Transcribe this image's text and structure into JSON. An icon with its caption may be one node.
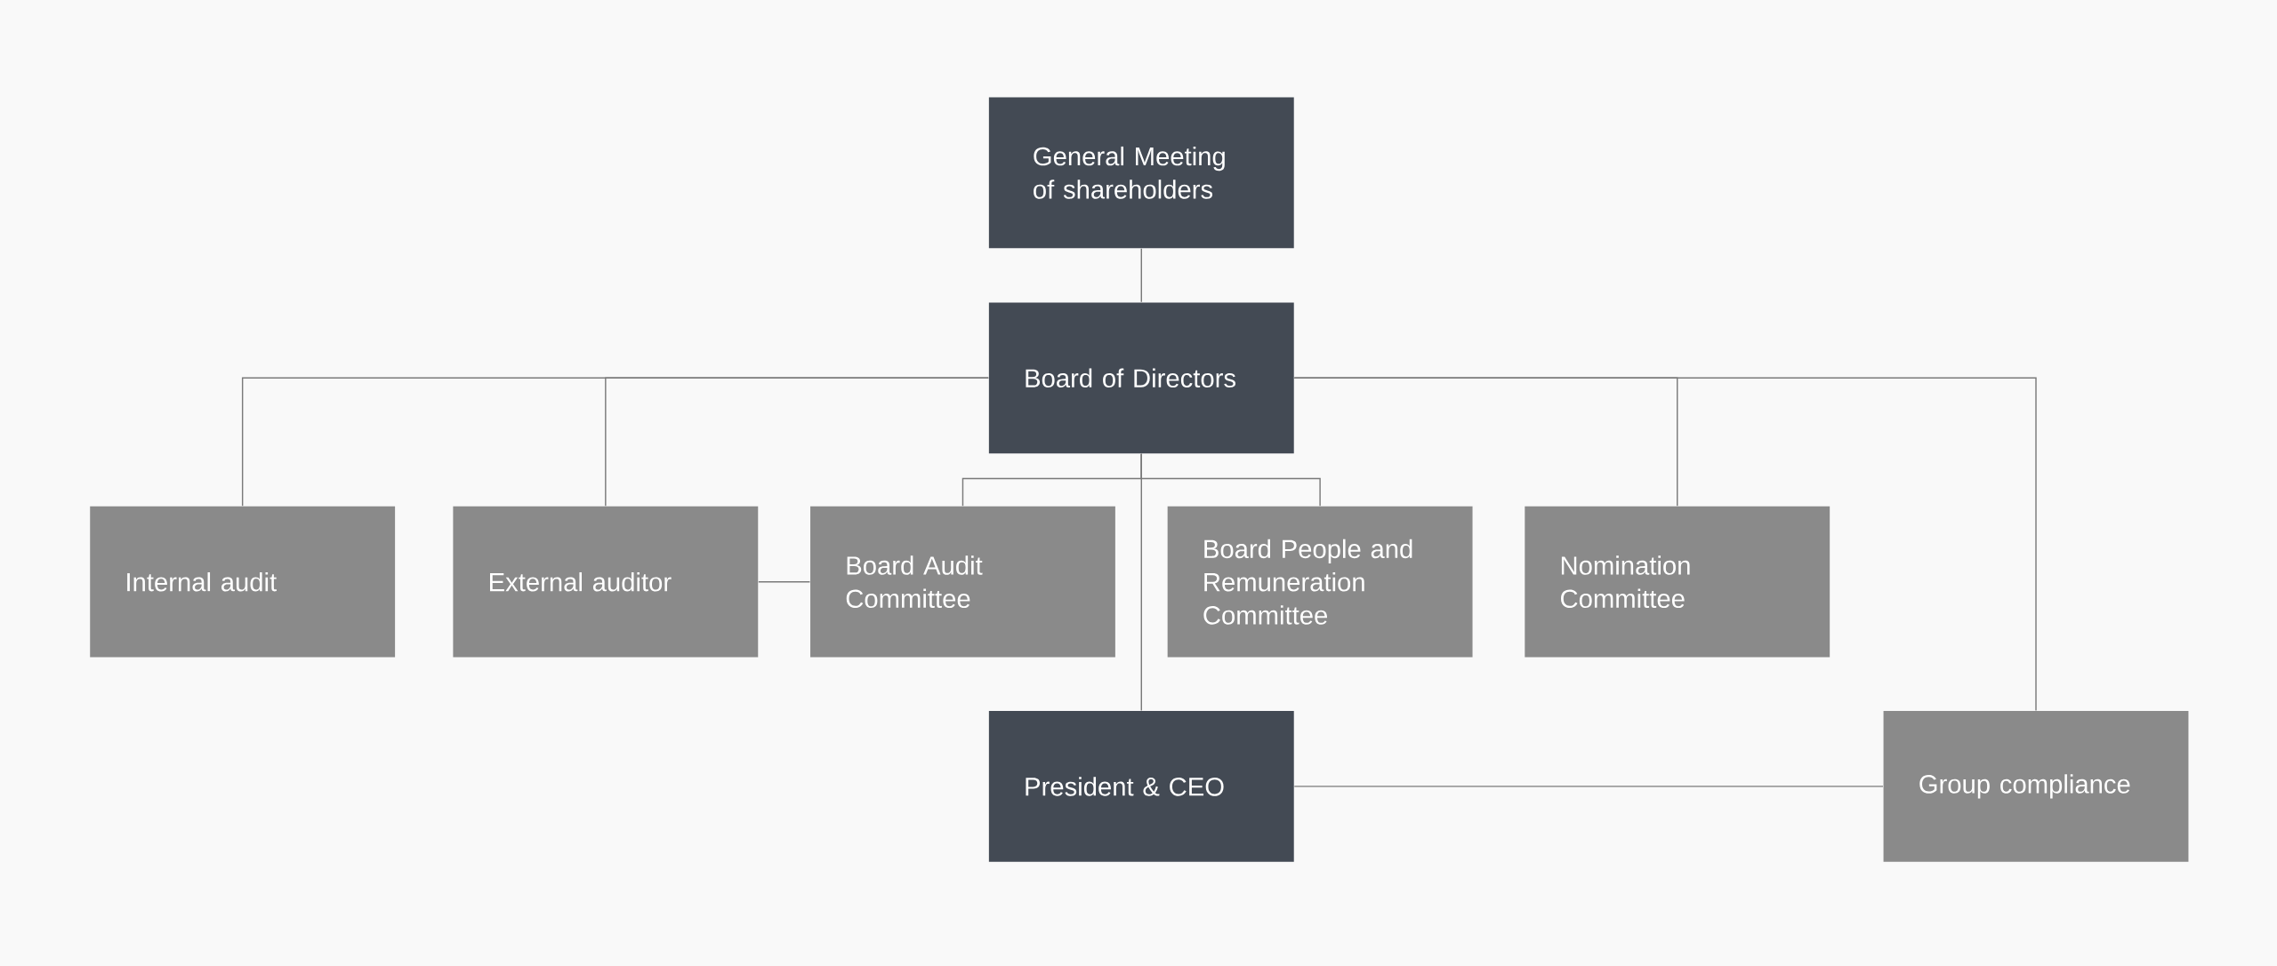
{
  "diagram": {
    "nodes": [
      {
        "text": [
          "General Meeting of shareholders"
        ]
      },
      {
        "text": [
          "Board of Directors"
        ]
      },
      {
        "text": [
          "Internal audit"
        ]
      },
      {
        "text": [
          "External auditor"
        ]
      },
      {
        "text": [
          "Board Audit Committee"
        ]
      },
      {
        "text": [
          "Board People and Remuneration Committee"
        ]
      },
      {
        "text": [
          "Nomination Committee"
        ]
      },
      {
        "text": [
          "President & CEO"
        ]
      },
      {
        "text": [
          "Group compliance"
        ]
      }
    ],
    "edges": [
      {
        "from": 0,
        "to": 1,
        "arrow": "none"
      },
      {
        "from": 1,
        "to": 2,
        "arrow": "none"
      },
      {
        "from": 1,
        "to": 3,
        "arrow": "none"
      },
      {
        "from": 1,
        "to": 4,
        "arrow": "none"
      },
      {
        "from": 1,
        "to": 5,
        "arrow": "none"
      },
      {
        "from": 1,
        "to": 6,
        "arrow": "none"
      },
      {
        "from": 1,
        "to": 8,
        "arrow": "none"
      },
      {
        "from": 1,
        "to": 7,
        "arrow": "none"
      },
      {
        "from": 3,
        "to": 4,
        "arrow": "none"
      },
      {
        "from": 7,
        "to": 8,
        "arrow": "none"
      }
    ]
  }
}
